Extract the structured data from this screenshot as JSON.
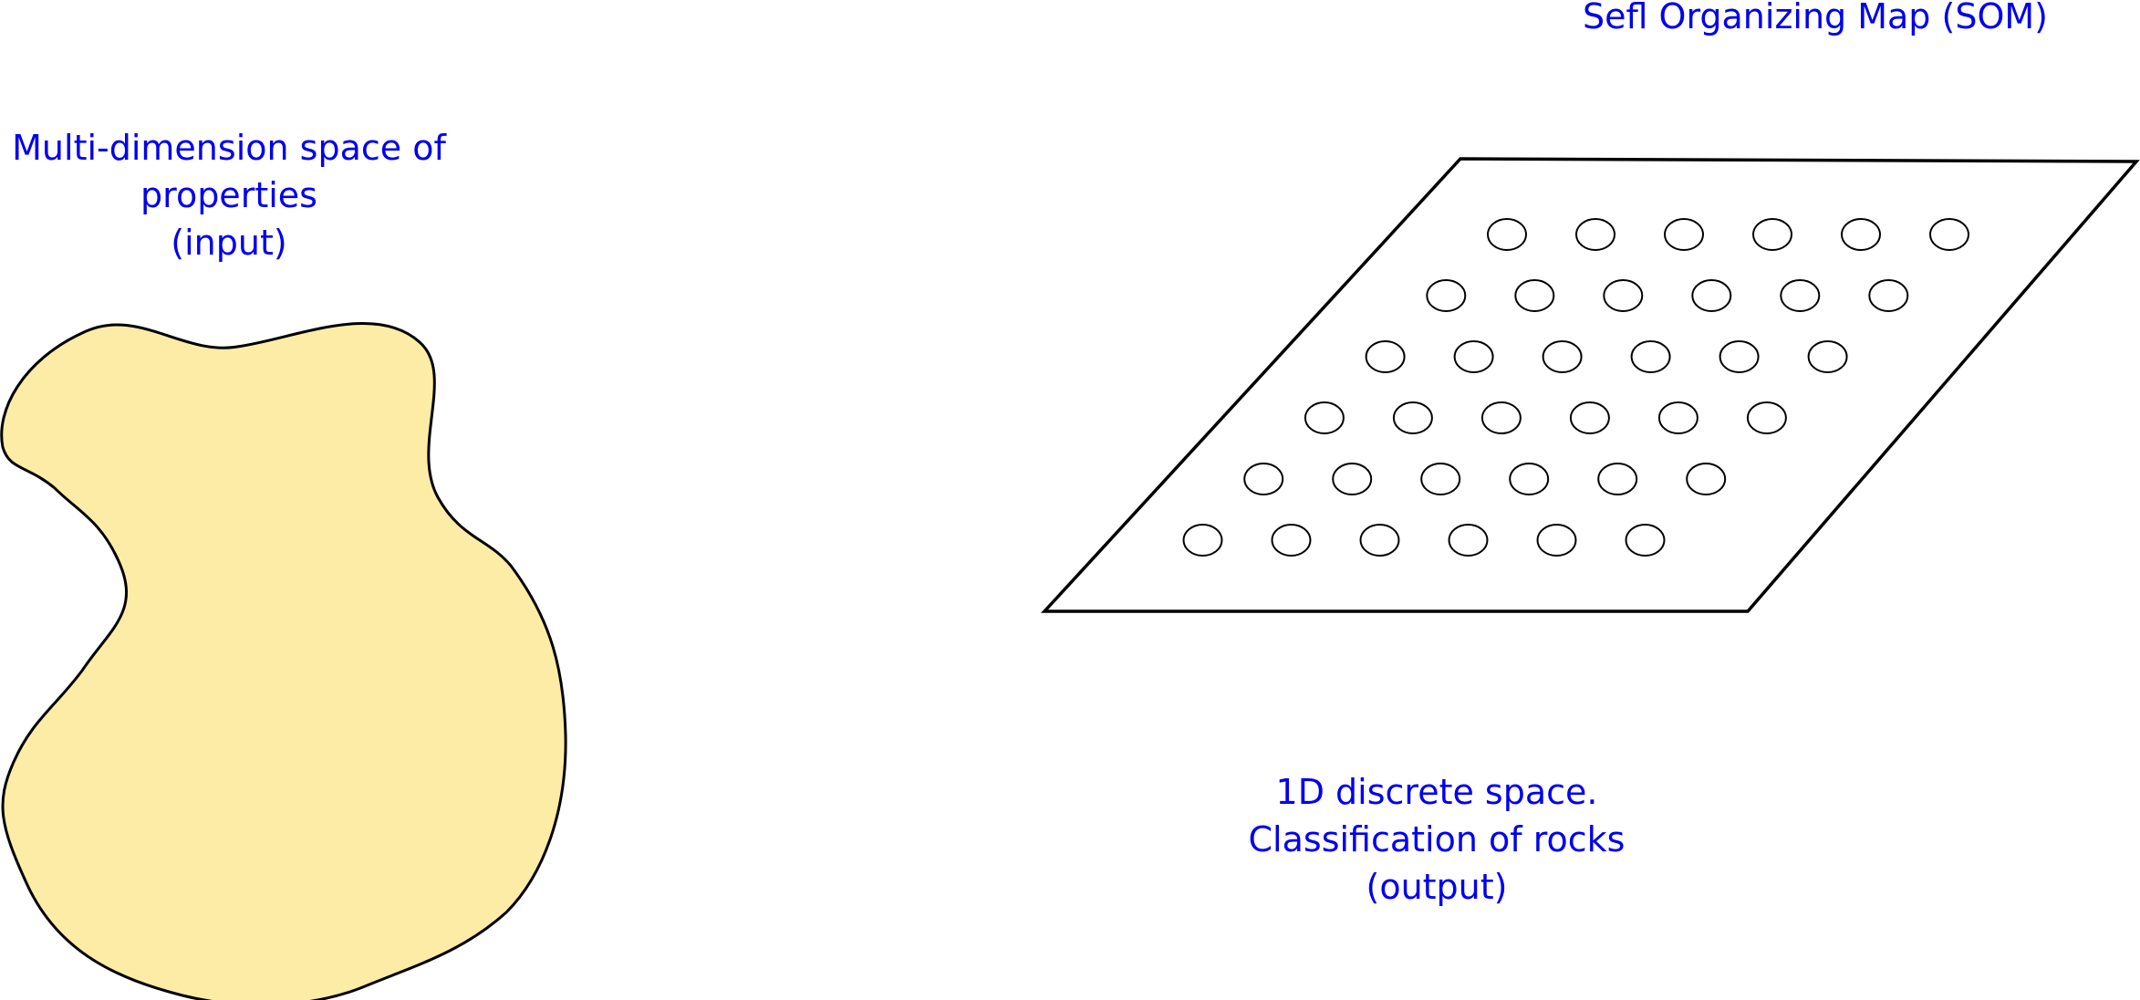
{
  "colors": {
    "text": "#0000ee",
    "blob_fill": "#fdeca6",
    "stroke": "#000000",
    "background": "#ffffff"
  },
  "title": "Sefl Organizing Map (SOM)",
  "input_label": {
    "line1": "Multi-dimension space of",
    "line2": "properties",
    "line3": "(input)"
  },
  "output_label": {
    "line1": "1D discrete space.",
    "line2": "Classification of rocks",
    "line3": "(output)"
  },
  "grid": {
    "rows": 6,
    "columns": 6
  }
}
